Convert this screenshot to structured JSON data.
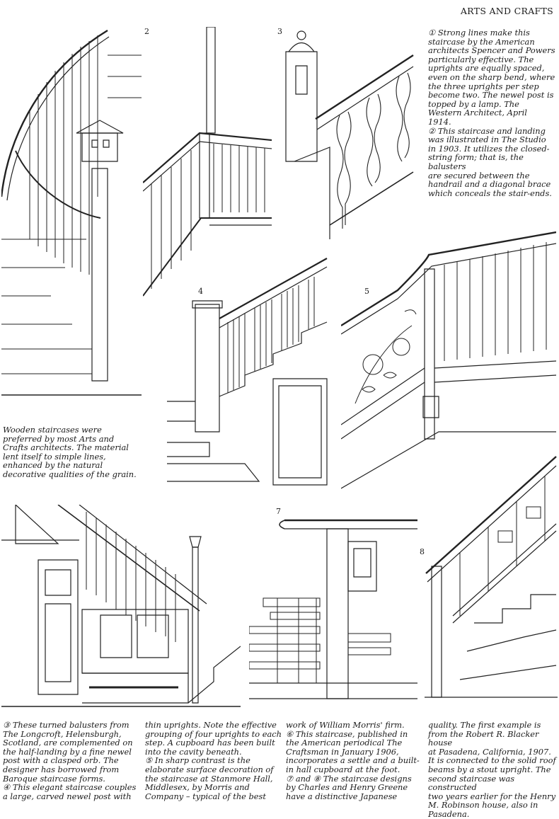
{
  "header": {
    "title": "ARTS AND CRAFTS"
  },
  "plates": {
    "n2": "2",
    "n3": "3",
    "n4": "4",
    "n5": "5",
    "n7": "7",
    "n8": "8"
  },
  "captions": {
    "top_right": [
      "① Strong lines make this",
      "staircase by the American",
      "architects Spencer and Powers",
      "particularly effective. The",
      "uprights are equally spaced,",
      "even on the sharp bend, where",
      "the three uprights per step",
      "become two. The newel post is",
      "topped by a lamp. The",
      "Western Architect, April",
      "1914.",
      "② This staircase and landing",
      "was illustrated in The Studio",
      "in 1903. It utilizes the closed-",
      "string form; that is, the balusters",
      "are secured between the",
      "handrail and a diagonal brace",
      "which conceals the stair-ends."
    ],
    "left_middle": [
      "Wooden staircases were",
      "preferred by most Arts and",
      "Crafts architects. The material",
      "lent itself to simple lines,",
      "enhanced by the natural",
      "decorative qualities of the grain."
    ],
    "bottom_col1": [
      "③ These turned balusters from",
      "The Longcroft, Helensburgh,",
      "Scotland, are complemented on",
      "the half-landing by a fine newel",
      "post with a clasped orb. The",
      "designer has borrowed from",
      "Baroque staircase forms.",
      "④ This elegant staircase couples",
      "a large, carved newel post with"
    ],
    "bottom_col2": [
      "thin uprights. Note the effective",
      "grouping of four uprights to each",
      "step. A cupboard has been built",
      "into the cavity beneath.",
      "⑤ In sharp contrast is the",
      "elaborate surface decoration of",
      "the staircase at Stanmore Hall,",
      "Middlesex, by Morris and",
      "Company – typical of the best"
    ],
    "bottom_col3": [
      "work of William Morris' firm.",
      "⑥ This staircase, published in",
      "the American periodical The",
      "Craftsman in January 1906,",
      "incorporates a settle and a built-",
      "in hall cupboard at the foot.",
      "⑦ and ⑧ The staircase designs",
      "by Charles and Henry Greene",
      "have a distinctive Japanese"
    ],
    "bottom_col4": [
      "quality. The first example is",
      "from the Robert R. Blacker house",
      "at Pasadena, California, 1907.",
      "It is connected to the solid roof",
      "beams by a stout upright. The",
      "second staircase was constructed",
      "two years earlier for the Henry",
      "M. Robinson house, also in",
      "Pasadena."
    ]
  }
}
